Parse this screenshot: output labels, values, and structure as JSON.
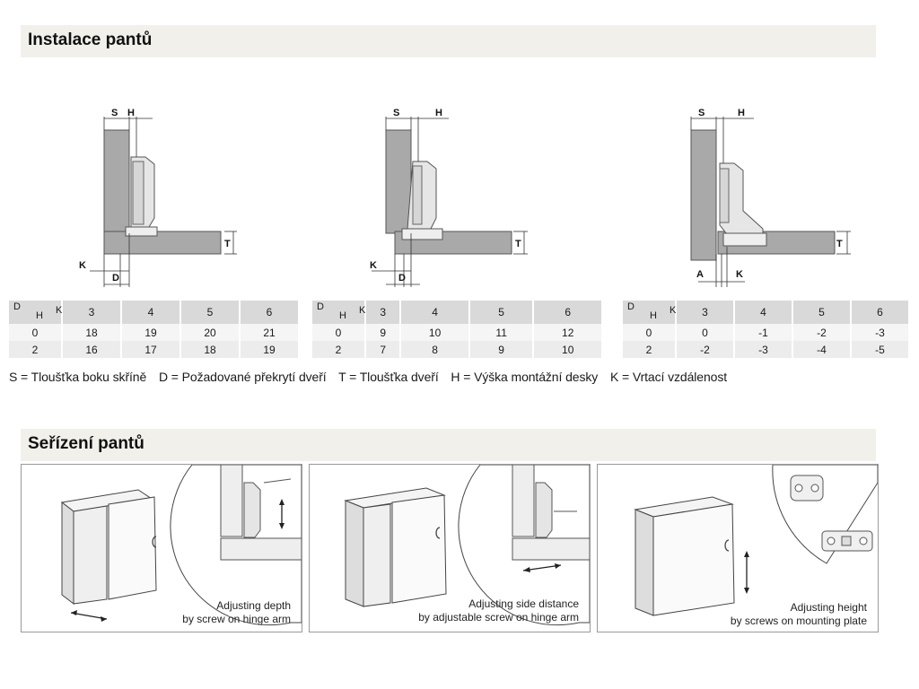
{
  "sections": {
    "install_title": "Instalace pantů",
    "adjust_title": "Seřízení pantů"
  },
  "diagrams": {
    "labels": {
      "s": "S",
      "h": "H",
      "t": "T",
      "k": "K",
      "d": "D",
      "a": "A"
    }
  },
  "tables": [
    {
      "corner": {
        "d": "D",
        "h": "H",
        "k": "K"
      },
      "columns": [
        "3",
        "4",
        "5",
        "6"
      ],
      "rows": [
        {
          "h": "0",
          "values": [
            "18",
            "19",
            "20",
            "21"
          ]
        },
        {
          "h": "2",
          "values": [
            "16",
            "17",
            "18",
            "19"
          ]
        }
      ]
    },
    {
      "corner": {
        "d": "D",
        "h": "H",
        "k": "K"
      },
      "columns": [
        "3",
        "4",
        "5",
        "6"
      ],
      "rows": [
        {
          "h": "0",
          "values": [
            "9",
            "10",
            "11",
            "12"
          ]
        },
        {
          "h": "2",
          "values": [
            "7",
            "8",
            "9",
            "10"
          ]
        }
      ]
    },
    {
      "corner": {
        "d": "D",
        "h": "H",
        "k": "K"
      },
      "columns": [
        "3",
        "4",
        "5",
        "6"
      ],
      "rows": [
        {
          "h": "0",
          "values": [
            "0",
            "-1",
            "-2",
            "-3"
          ]
        },
        {
          "h": "2",
          "values": [
            "-2",
            "-3",
            "-4",
            "-5"
          ]
        }
      ]
    }
  ],
  "legend": [
    "S = Tloušťka boku skříně",
    "D = Požadované překrytí dveří",
    "T = Tloušťka dveří",
    "H = Výška montážní desky",
    "K = Vrtací vzdálenost"
  ],
  "panels": [
    {
      "line1": "Adjusting depth",
      "line2": "by screw on hinge arm"
    },
    {
      "line1": "Adjusting side distance",
      "line2": "by adjustable screw on hinge arm"
    },
    {
      "line1": "Adjusting height",
      "line2": "by screws on mounting plate"
    }
  ]
}
